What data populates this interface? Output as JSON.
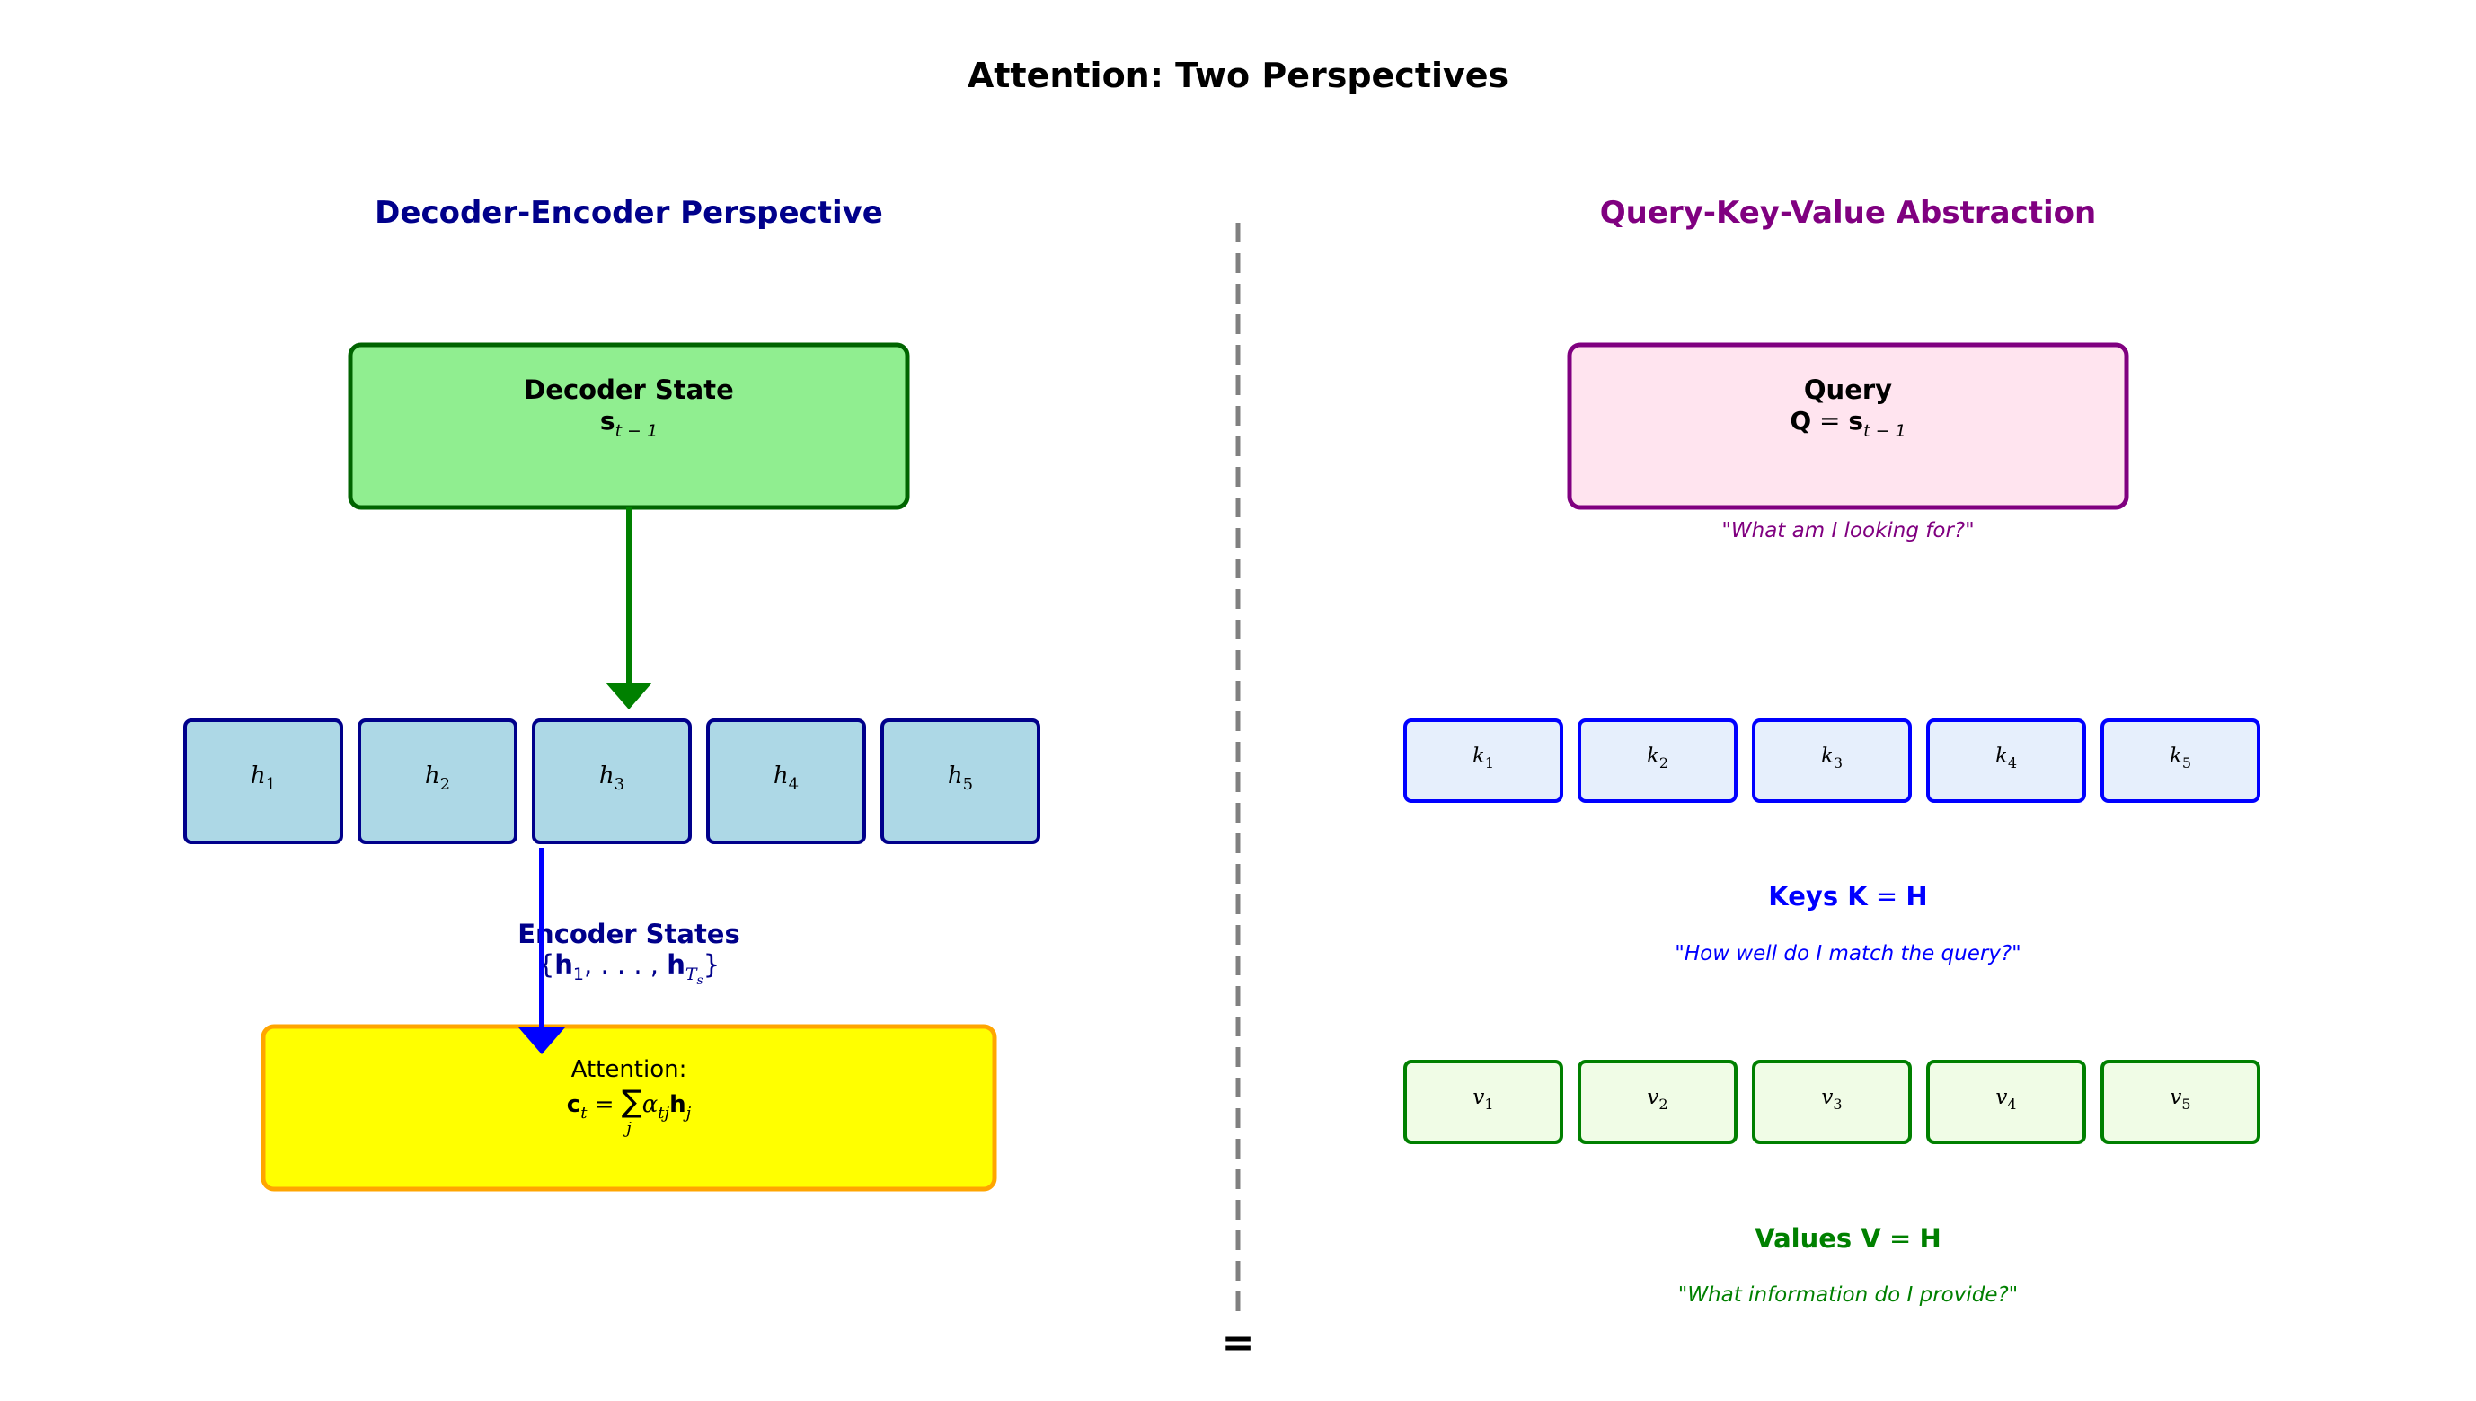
{
  "title": "Attention: Two Perspectives",
  "left": {
    "heading": "Decoder-Encoder Perspective",
    "decoder": {
      "label": "Decoder State",
      "symbol": "s",
      "sub": "t − 1"
    },
    "encoder_cells": [
      {
        "base": "h",
        "sub": "1"
      },
      {
        "base": "h",
        "sub": "2"
      },
      {
        "base": "h",
        "sub": "3"
      },
      {
        "base": "h",
        "sub": "4"
      },
      {
        "base": "h",
        "sub": "5"
      }
    ],
    "encoder_label": "Encoder States",
    "encoder_formula": {
      "open": "{",
      "h1": "h",
      "h1_sub": "1",
      "mid": ", . . . , ",
      "hT": "h",
      "hT_sub": "T",
      "hT_subsub": "s",
      "close": "}"
    },
    "attention": {
      "label": "Attention:",
      "lhs": "c",
      "lhs_sub": "t",
      "eq": " = ",
      "sum": "∑",
      "sum_sub": "j",
      "alpha": "α",
      "alpha_sub": "tj",
      "h": "h",
      "h_sub": "j"
    }
  },
  "divider_label": "=",
  "right": {
    "heading": "Query-Key-Value Abstraction",
    "query": {
      "label": "Query",
      "lhs": "Q",
      "eq": " = ",
      "symbol": "s",
      "sub": "t − 1"
    },
    "query_note": "\"What am I looking for?\"",
    "keys": [
      {
        "base": "k",
        "sub": "1"
      },
      {
        "base": "k",
        "sub": "2"
      },
      {
        "base": "k",
        "sub": "3"
      },
      {
        "base": "k",
        "sub": "4"
      },
      {
        "base": "k",
        "sub": "5"
      }
    ],
    "keys_label": {
      "text": "Keys ",
      "lhs": "K",
      "eq": " = ",
      "rhs": "H"
    },
    "keys_note": "\"How well do I match the query?\"",
    "values": [
      {
        "base": "v",
        "sub": "1"
      },
      {
        "base": "v",
        "sub": "2"
      },
      {
        "base": "v",
        "sub": "3"
      },
      {
        "base": "v",
        "sub": "4"
      },
      {
        "base": "v",
        "sub": "5"
      }
    ],
    "values_label": {
      "text": "Values ",
      "lhs": "V",
      "eq": " = ",
      "rhs": "H"
    },
    "values_note": "\"What information do I provide?\""
  },
  "colors": {
    "left_heading": "#00008b",
    "right_heading": "#800080",
    "decoder_fill": "#90ee90",
    "decoder_stroke": "#006400",
    "encoder_fill": "#add8e6",
    "encoder_stroke": "#00008b",
    "attention_fill": "#ffff00",
    "attention_stroke": "#ffa500",
    "query_fill": "#ffe4ef",
    "query_stroke": "#800080",
    "key_fill": "#e6effc",
    "key_stroke": "#0000ff",
    "value_fill": "#f0fce6",
    "value_stroke": "#008000",
    "arrow_green": "#008000",
    "arrow_blue": "#0000ff",
    "divider": "#808080"
  }
}
